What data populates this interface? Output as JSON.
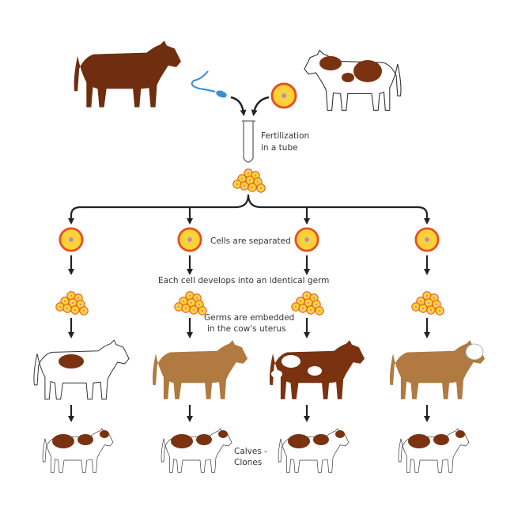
{
  "labels": {
    "fertilization_line1": "Fertilization",
    "fertilization_line2": "in a tube",
    "cells_separated": "Cells are separated",
    "each_cell": "Each cell develops into an identical germ",
    "germs_line1": "Germs are embedded",
    "germs_line2": "in the cow's uterus",
    "calves_line1": "Calves -",
    "calves_line2": "Clones"
  },
  "colors": {
    "bull": "#6e2e0f",
    "spot": "#7a3210",
    "tan": "#b07a40",
    "egg_fill": "#fcd23a",
    "egg_ring": "#e8501e",
    "nucleus": "#b78bbd",
    "sperm": "#3a8fd0",
    "arrow": "#222222"
  },
  "surrogates": [
    {
      "name": "white-cow-with-spot"
    },
    {
      "name": "tan-cow"
    },
    {
      "name": "spotted-brown-cow"
    },
    {
      "name": "tan-cow-white-head"
    }
  ]
}
